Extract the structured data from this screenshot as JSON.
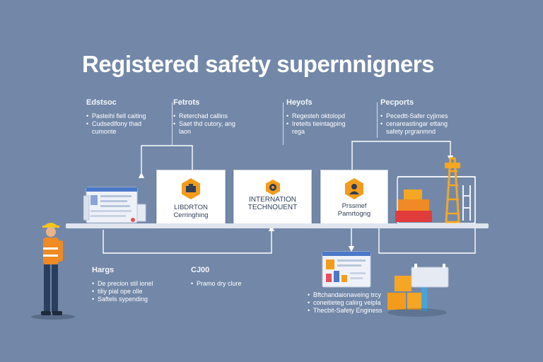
{
  "title": "Registered safety supernnigners",
  "columns_top": [
    {
      "heading": "Edstsoc",
      "items": [
        "Pasteihi fiell caiting",
        "Cudsedlfony thad cumonte"
      ]
    },
    {
      "heading": "Fetrots",
      "items": [
        "Reterchad callins",
        "Saet thd cutory, ang laon"
      ]
    },
    {
      "heading": "Heyofs",
      "items": [
        "Regesteh oktolopd",
        "Ireteits tieintagping rega"
      ]
    },
    {
      "heading": "Pecports",
      "items": [
        "Pecedtt-Safer cyjimes",
        "cenareastingar ettang safety prgranmnd"
      ]
    }
  ],
  "cards": [
    {
      "line1": "LIBDRTON",
      "line2": "Cerringhing"
    },
    {
      "line1": "INTERNATION",
      "line2": "TECHNOUENT"
    },
    {
      "line1": "Prssmef",
      "line2": "Pamrtogng"
    }
  ],
  "columns_bottom": [
    {
      "heading": "Hargs",
      "items": [
        "De precion stil ionel",
        "tiliy pial ope olle",
        "Saftels sypending"
      ]
    },
    {
      "heading": "CJ00",
      "items": [
        "Pramo dry clure"
      ]
    },
    {
      "heading": "",
      "items": [
        "Bftchandaionaveing trcy",
        "coneitieteg caliirg veipla",
        "Thecbit-Safety Enginess"
      ]
    }
  ],
  "colors": {
    "background": "#7388a8",
    "accent_orange": "#f39c1c",
    "card_text": "#2f3f58",
    "worker_vest": "#f08a24",
    "worker_pants": "#2a3f5e"
  }
}
